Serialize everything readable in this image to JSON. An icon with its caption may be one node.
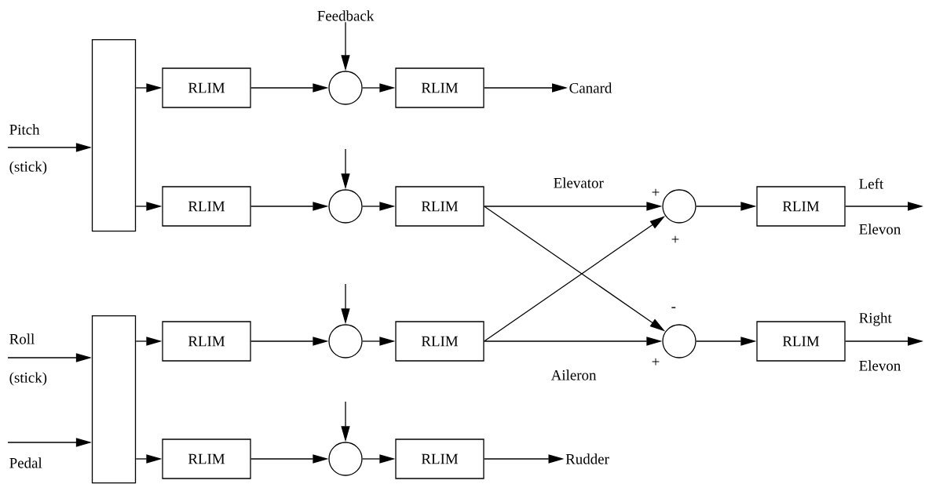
{
  "diagram": {
    "nodes": [
      {
        "text": [
          "Feedback"
        ]
      },
      {
        "text": [],
        "shape": "box"
      },
      {
        "text": [
          "RLIM"
        ]
      },
      {
        "text": [],
        "shape": "circle"
      },
      {
        "text": [
          "RLIM"
        ]
      },
      {
        "text": [
          "Canard"
        ]
      },
      {
        "text": [
          "RLIM"
        ]
      },
      {
        "text": [],
        "shape": "circle"
      },
      {
        "text": [
          "RLIM"
        ]
      },
      {
        "text": [],
        "shape": "circle"
      },
      {
        "text": [
          "RLIM"
        ]
      },
      {
        "text": [],
        "shape": "box"
      },
      {
        "text": [
          "RLIM"
        ]
      },
      {
        "text": [],
        "shape": "circle"
      },
      {
        "text": [
          "RLIM"
        ]
      },
      {
        "text": [],
        "shape": "circle"
      },
      {
        "text": [
          "RLIM"
        ]
      },
      {
        "text": [
          "RLIM"
        ]
      },
      {
        "text": [],
        "shape": "circle"
      },
      {
        "text": [
          "RLIM"
        ]
      },
      {
        "text": [
          "Rudder"
        ]
      }
    ],
    "edges": [
      {
        "from": null,
        "to": 1,
        "arrow": "to",
        "label": "Pitch"
      },
      {
        "from": 1,
        "to": 2,
        "arrow": "to"
      },
      {
        "from": 2,
        "to": 3,
        "arrow": "to"
      },
      {
        "from": 0,
        "to": 3,
        "arrow": "to"
      },
      {
        "from": 3,
        "to": 4,
        "arrow": "to"
      },
      {
        "from": 4,
        "to": 5,
        "arrow": "to"
      },
      {
        "from": 1,
        "to": 6,
        "arrow": "to"
      },
      {
        "from": 6,
        "to": 7,
        "arrow": "to"
      },
      {
        "from": null,
        "to": 7,
        "arrow": "to"
      },
      {
        "from": 7,
        "to": 8,
        "arrow": "to"
      },
      {
        "from": 8,
        "to": 9,
        "arrow": "to",
        "label": "Elevator"
      },
      {
        "from": 8,
        "to": 15,
        "arrow": "to"
      },
      {
        "from": 9,
        "to": 10,
        "arrow": "to"
      },
      {
        "from": 10,
        "to": null,
        "arrow": "to",
        "label": "Left"
      },
      {
        "from": null,
        "to": 11,
        "arrow": "to",
        "label": "Roll"
      },
      {
        "from": null,
        "to": 11,
        "arrow": "to",
        "label": "Pedal"
      },
      {
        "from": 11,
        "to": 12,
        "arrow": "to"
      },
      {
        "from": 12,
        "to": 13,
        "arrow": "to"
      },
      {
        "from": null,
        "to": 13,
        "arrow": "to"
      },
      {
        "from": 13,
        "to": 14,
        "arrow": "to"
      },
      {
        "from": 14,
        "to": 15,
        "arrow": "to",
        "label": "Aileron"
      },
      {
        "from": 14,
        "to": 9,
        "arrow": "to"
      },
      {
        "from": 15,
        "to": 16,
        "arrow": "to"
      },
      {
        "from": 16,
        "to": null,
        "arrow": "to",
        "label": "Right"
      },
      {
        "from": 11,
        "to": 17,
        "arrow": "to"
      },
      {
        "from": 17,
        "to": 18,
        "arrow": "to"
      },
      {
        "from": null,
        "to": 18,
        "arrow": "to"
      },
      {
        "from": 18,
        "to": 19,
        "arrow": "to"
      },
      {
        "from": 19,
        "to": 20,
        "arrow": "to"
      }
    ],
    "labels": [
      "(stick)",
      "+",
      "Elevon",
      "+",
      "-",
      "(stick)",
      "+",
      "Elevon"
    ]
  }
}
